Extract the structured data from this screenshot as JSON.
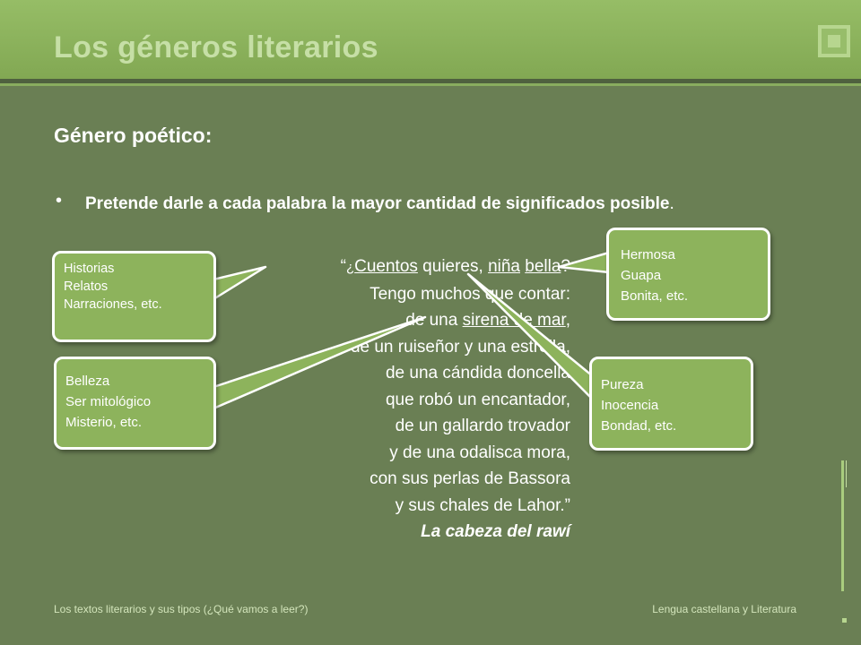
{
  "slide": {
    "title": "Los géneros literarios",
    "subtitle": "Género poético:",
    "bullet": {
      "marker": "•",
      "text": "Pretende darle a cada palabra la mayor cantidad de significados posible",
      "period": "."
    },
    "poem": {
      "open_quote": "“",
      "line1": {
        "inverted_q": "¿",
        "w_cuentos": "Cuentos",
        "t_quieres": " quieres, ",
        "w_nina": "niña",
        "t_space": " ",
        "w_bella": "bella",
        "t_q": "?"
      },
      "line2": "Tengo muchos que contar:",
      "line3": {
        "t_de": "de una ",
        "w_sirena": "sirena de mar",
        "t_comma": ","
      },
      "line4": "de un ruiseñor y una estrella,",
      "line5": "de una cándida doncella",
      "line6": "que robó un encantador,",
      "line7": "de un gallardo trovador",
      "line8": "y de una odalisca mora,",
      "line9": "con sus perlas de Bassora",
      "line10": "y sus chales de Lahor.”",
      "source": "La cabeza del rawí"
    },
    "callouts": {
      "historias": [
        "Historias",
        "Relatos",
        "Narraciones, etc."
      ],
      "belleza": [
        "Belleza",
        "Ser mitológico",
        "Misterio, etc."
      ],
      "hermosa": [
        "Hermosa",
        "Guapa",
        "Bonita, etc."
      ],
      "pureza": [
        "Pureza",
        "Inocencia",
        "Bondad, etc."
      ]
    },
    "footer": {
      "left": "Los textos literarios y sus tipos (¿Qué vamos a leer?)",
      "right": "Lengua castellana y Literatura"
    }
  },
  "colors": {
    "background": "#6a7f54",
    "title_bar": "#89b05a",
    "title_text": "#c6dfa6",
    "callout_fill": "#8db35c",
    "callout_border": "#ffffff",
    "text": "#ffffff"
  },
  "icons": {
    "corner": "square-in-square-icon"
  }
}
